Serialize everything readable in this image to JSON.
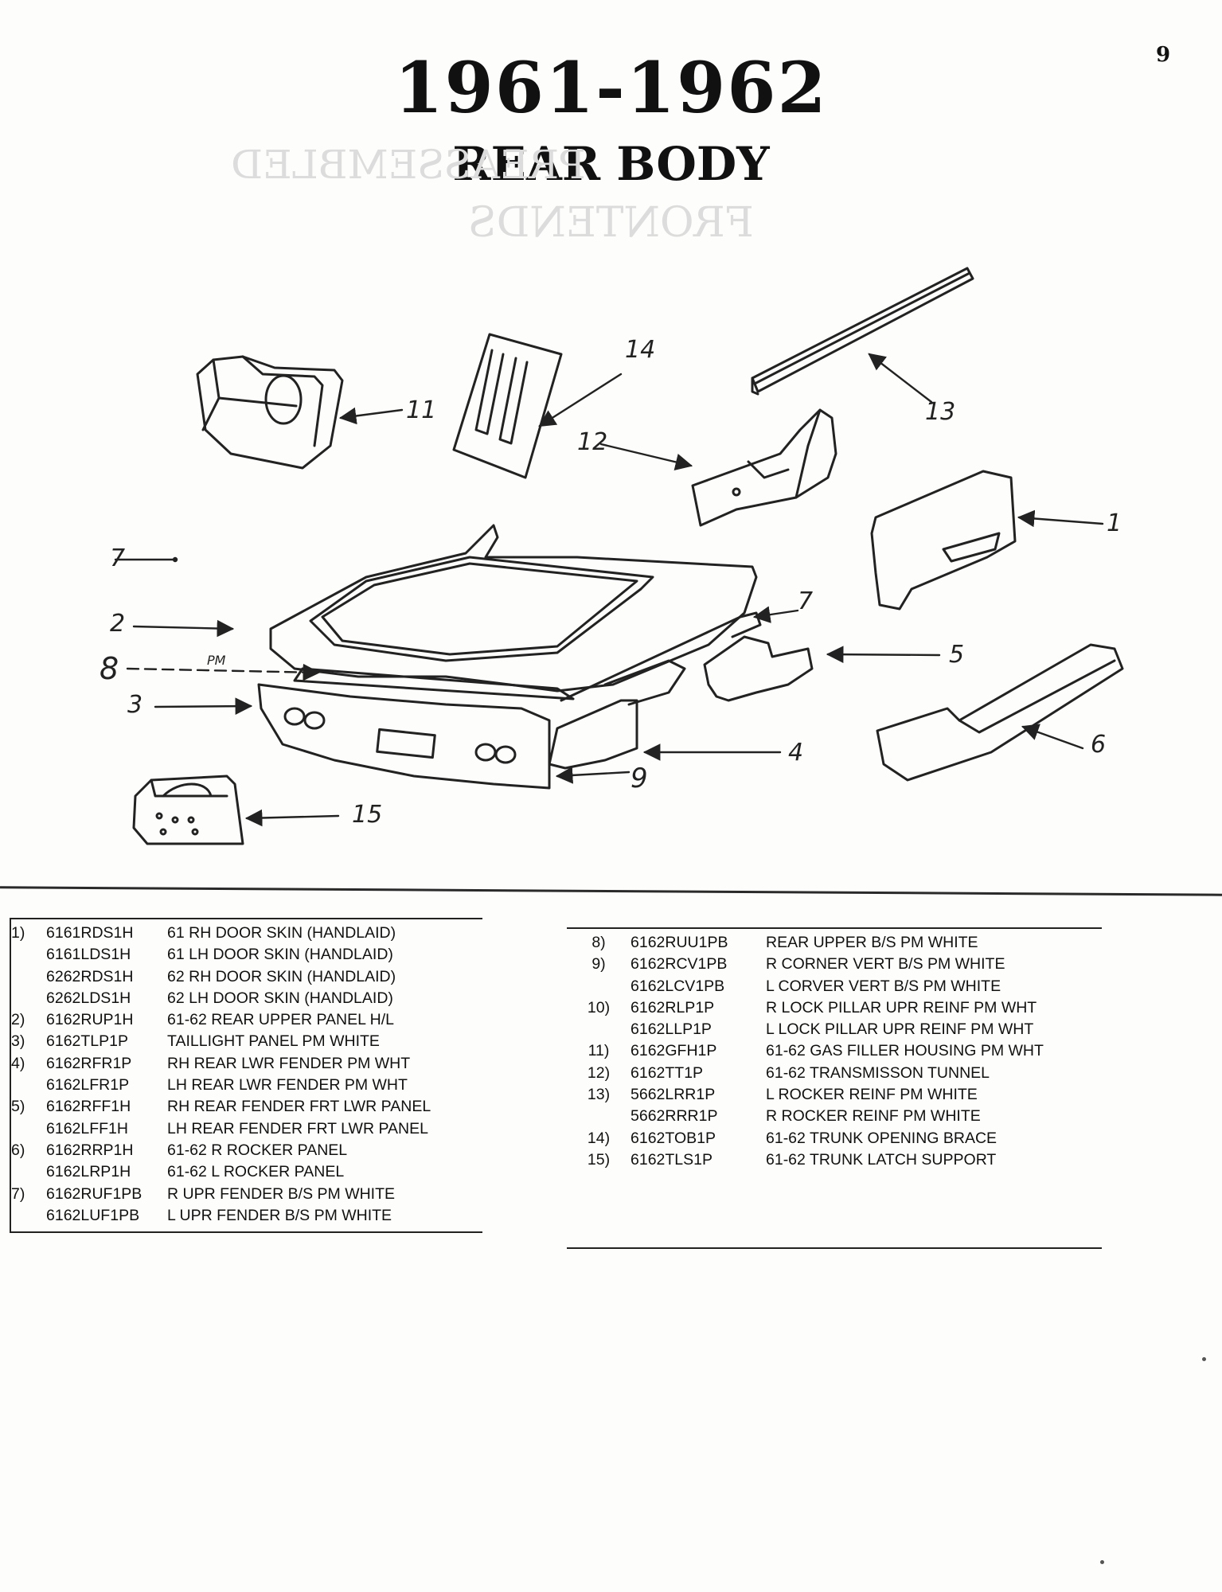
{
  "page_number": "9",
  "title": "1961-1962",
  "subtitle": "REAR BODY",
  "callouts": [
    {
      "id": "c1",
      "label": "1"
    },
    {
      "id": "c2",
      "label": "2"
    },
    {
      "id": "c3",
      "label": "3"
    },
    {
      "id": "c4",
      "label": "4"
    },
    {
      "id": "c5",
      "label": "5"
    },
    {
      "id": "c6",
      "label": "6"
    },
    {
      "id": "c7a",
      "label": "7"
    },
    {
      "id": "c7b",
      "label": "7"
    },
    {
      "id": "c8",
      "label": "8"
    },
    {
      "id": "c8pm",
      "label": "PM"
    },
    {
      "id": "c9",
      "label": "9"
    },
    {
      "id": "c11",
      "label": "11"
    },
    {
      "id": "c12",
      "label": "12"
    },
    {
      "id": "c13",
      "label": "13"
    },
    {
      "id": "c14",
      "label": "14"
    },
    {
      "id": "c15",
      "label": "15"
    }
  ],
  "parts_left": [
    {
      "num": "1)",
      "part": "6161RDS1H",
      "desc": "61 RH DOOR SKIN (HANDLAID)"
    },
    {
      "num": "",
      "part": "6161LDS1H",
      "desc": "61 LH DOOR SKIN (HANDLAID)"
    },
    {
      "num": "",
      "part": "6262RDS1H",
      "desc": "62 RH DOOR SKIN (HANDLAID)"
    },
    {
      "num": "",
      "part": "6262LDS1H",
      "desc": "62 LH DOOR SKIN (HANDLAID)"
    },
    {
      "num": "2)",
      "part": "6162RUP1H",
      "desc": "61-62 REAR UPPER PANEL H/L"
    },
    {
      "num": "3)",
      "part": "6162TLP1P",
      "desc": "TAILLIGHT PANEL PM WHITE"
    },
    {
      "num": "4)",
      "part": "6162RFR1P",
      "desc": "RH REAR LWR FENDER PM WHT"
    },
    {
      "num": "",
      "part": "6162LFR1P",
      "desc": "LH REAR LWR FENDER PM WHT"
    },
    {
      "num": "5)",
      "part": "6162RFF1H",
      "desc": "RH REAR FENDER FRT LWR PANEL"
    },
    {
      "num": "",
      "part": "6162LFF1H",
      "desc": "LH REAR FENDER FRT LWR PANEL"
    },
    {
      "num": "6)",
      "part": "6162RRP1H",
      "desc": "61-62 R ROCKER PANEL"
    },
    {
      "num": "",
      "part": "6162LRP1H",
      "desc": "61-62 L ROCKER PANEL"
    },
    {
      "num": "7)",
      "part": "6162RUF1PB",
      "desc": "R UPR FENDER B/S PM WHITE"
    },
    {
      "num": "",
      "part": "6162LUF1PB",
      "desc": "L UPR FENDER B/S PM WHITE"
    }
  ],
  "parts_right": [
    {
      "num": "8)",
      "part": "6162RUU1PB",
      "desc": "REAR UPPER B/S PM WHITE"
    },
    {
      "num": "9)",
      "part": "6162RCV1PB",
      "desc": "R CORNER VERT B/S PM WHITE"
    },
    {
      "num": "",
      "part": "6162LCV1PB",
      "desc": "L CORVER VERT B/S PM WHITE"
    },
    {
      "num": "10)",
      "part": "6162RLP1P",
      "desc": "R LOCK PILLAR UPR REINF PM WHT"
    },
    {
      "num": "",
      "part": "6162LLP1P",
      "desc": "L LOCK PILLAR UPR REINF PM WHT"
    },
    {
      "num": "11)",
      "part": "6162GFH1P",
      "desc": "61-62 GAS FILLER HOUSING PM WHT"
    },
    {
      "num": "12)",
      "part": "6162TT1P",
      "desc": "61-62 TRANSMISSON TUNNEL"
    },
    {
      "num": "13)",
      "part": "5662LRR1P",
      "desc": "L ROCKER REINF PM WHITE"
    },
    {
      "num": "",
      "part": "5662RRR1P",
      "desc": "R ROCKER REINF PM WHITE"
    },
    {
      "num": "14)",
      "part": "6162TOB1P",
      "desc": "61-62 TRUNK OPENING BRACE"
    },
    {
      "num": "15)",
      "part": "6162TLS1P",
      "desc": "61-62 TRUNK LATCH SUPPORT"
    }
  ]
}
